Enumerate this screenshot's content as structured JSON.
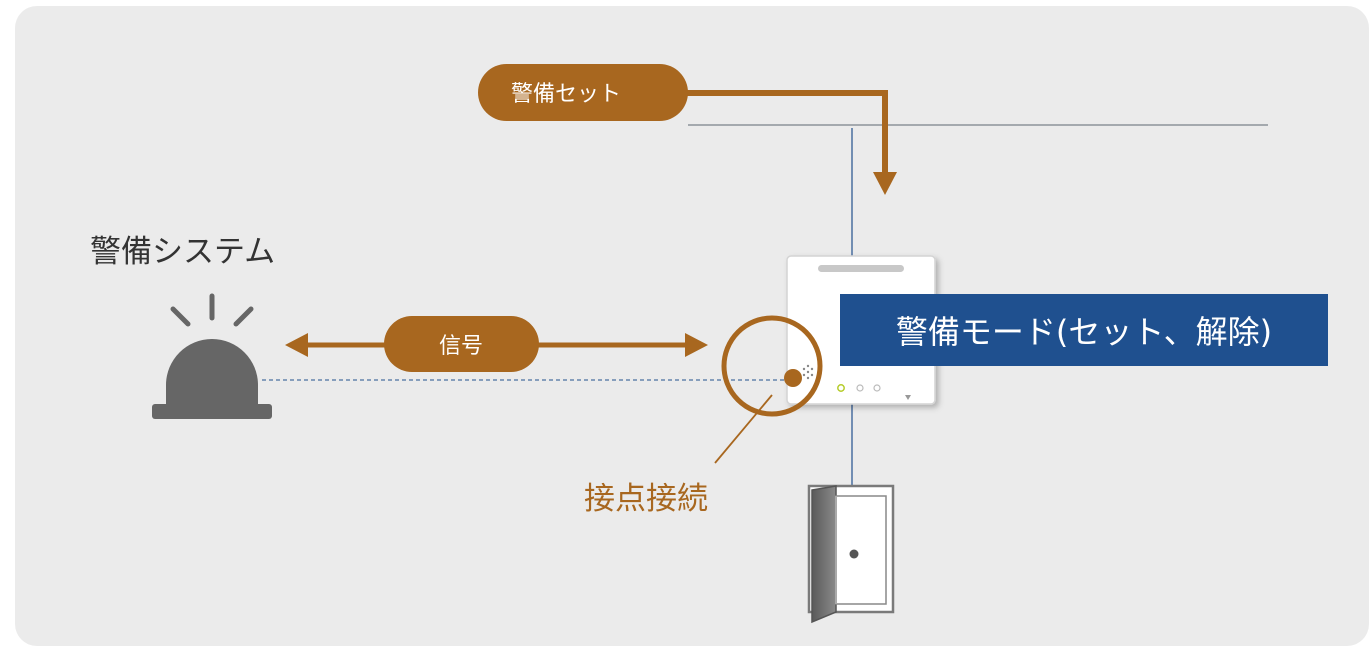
{
  "labels": {
    "security_set": "警備セット",
    "security_system": "警備システム",
    "signal": "信号",
    "security_mode": "警備モード(セット、解除)",
    "contact_connection": "接点接続"
  },
  "colors": {
    "panel_background": "#ebebeb",
    "accent_brown": "#a8671f",
    "mode_box_blue": "#1f508f",
    "line_blue": "#4a6fa0",
    "line_gray": "#8c9399",
    "siren_gray": "#666666",
    "text_dark": "#333333"
  },
  "icons": {
    "siren": "siren-icon",
    "intercom": "intercom-monitor-icon",
    "door": "door-icon"
  }
}
